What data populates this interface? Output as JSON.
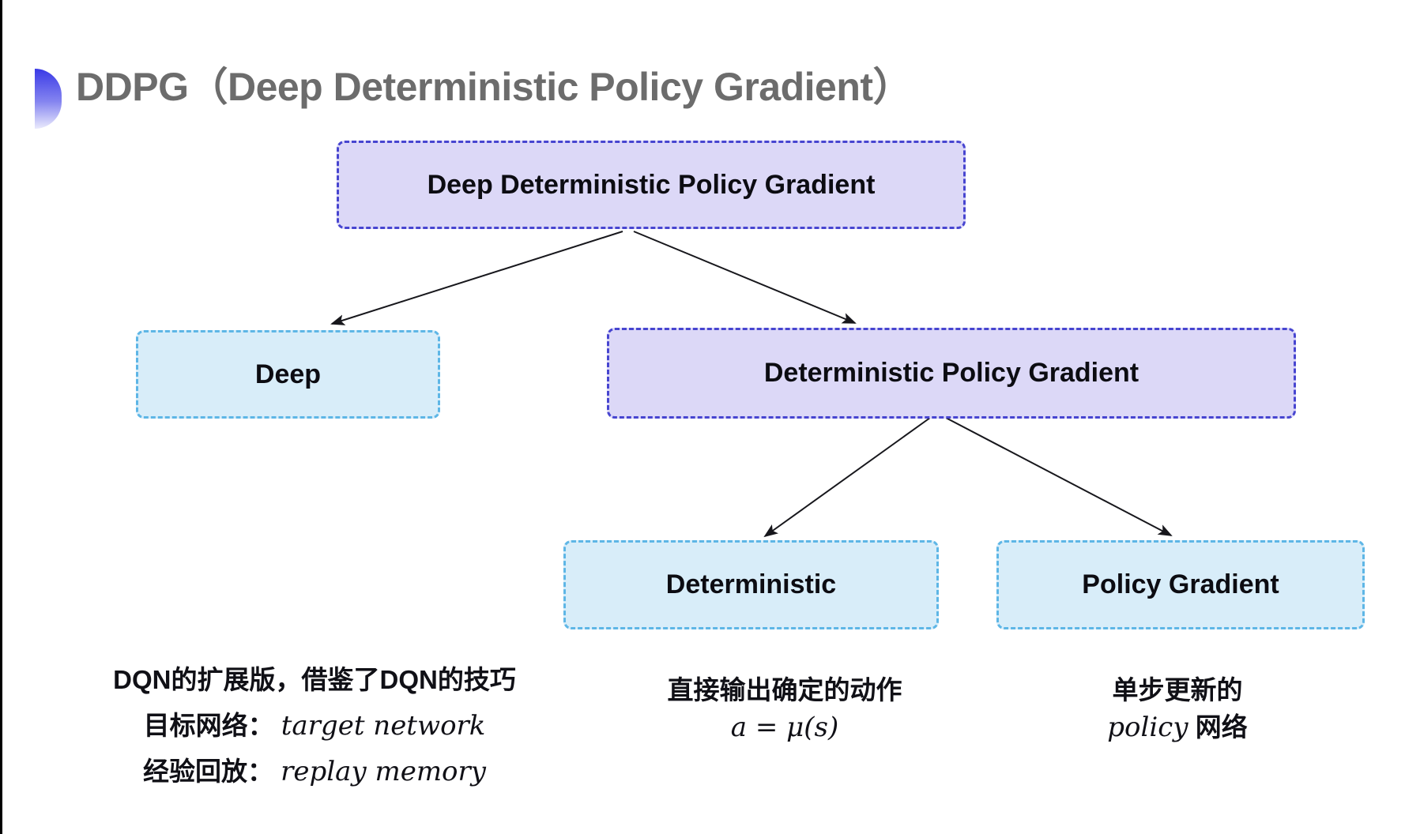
{
  "title": "DDPG（Deep Deterministic Policy Gradient）",
  "tree": {
    "root": {
      "label": "Deep Deterministic Policy Gradient"
    },
    "children": [
      {
        "id": "deep",
        "label": "Deep"
      },
      {
        "id": "dpg",
        "label": "Deterministic Policy Gradient",
        "children": [
          {
            "id": "deterministic",
            "label": "Deterministic"
          },
          {
            "id": "policy-gradient",
            "label": "Policy Gradient"
          }
        ]
      }
    ]
  },
  "notes": {
    "deep": {
      "line1": "DQN的扩展版，借鉴了DQN的技巧",
      "line2_label": "目标网络：",
      "line2_term": "target network",
      "line3_label": "经验回放：",
      "line3_term": "replay memory"
    },
    "deterministic": {
      "line1": "直接输出确定的动作",
      "formula": "a = μ(s)"
    },
    "policy_gradient": {
      "line1": "单步更新的",
      "term": "policy",
      "suffix": " 网络"
    }
  },
  "colors": {
    "lavender_fill": "#DCD8F7",
    "indigo_border": "#4745D0",
    "cyan_fill": "#D8EDF9",
    "cyan_border": "#5EB6E6",
    "title_gray": "#6C6C6C",
    "arrow": "#17171C"
  }
}
